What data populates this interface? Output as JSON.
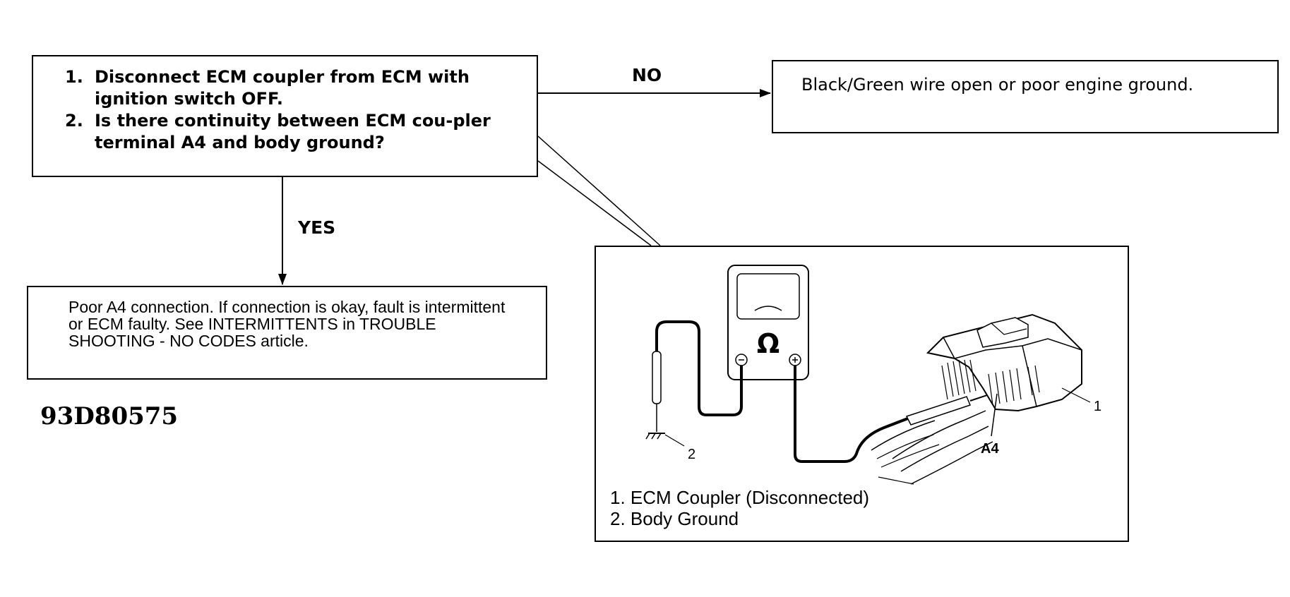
{
  "question_box": {
    "steps": [
      {
        "num": "1.",
        "text": "Disconnect ECM coupler from ECM with ignition switch OFF."
      },
      {
        "num": "2.",
        "text": "Is there continuity between ECM cou-pler terminal A4 and body ground?"
      }
    ]
  },
  "no_branch": {
    "label": "NO",
    "result": "Black/Green wire open or poor engine ground."
  },
  "yes_branch": {
    "label": "YES",
    "result": "Poor A4 connection. If connection is okay, fault is intermittent or ECM faulty. See INTERMITTENTS in TROUBLE SHOOTING - NO CODES article."
  },
  "figure_id": "93D80575",
  "illustration": {
    "meter_symbol": "Ω",
    "terminal_label": "A4",
    "callout_1": "1",
    "callout_2": "2",
    "legend": [
      "1. ECM Coupler (Disconnected)",
      "2. Body Ground"
    ]
  }
}
